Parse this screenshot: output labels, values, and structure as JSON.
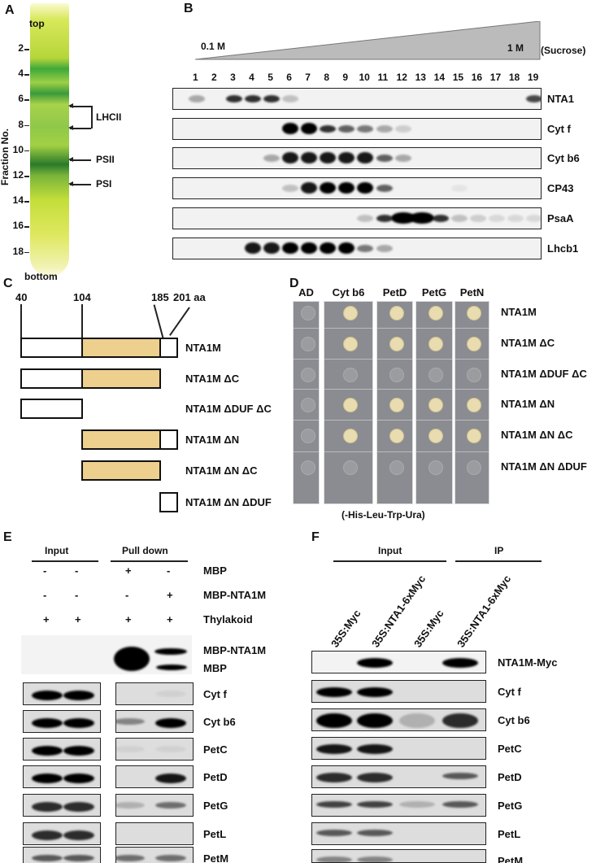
{
  "panels": {
    "a": "A",
    "b": "B",
    "c": "C",
    "d": "D",
    "e": "E",
    "f": "F"
  },
  "panel_a": {
    "top": "top",
    "bottom": "bottom",
    "ylabel": "Fraction No.",
    "ticks": [
      "2",
      "4",
      "6",
      "8",
      "10",
      "12",
      "14",
      "16",
      "18"
    ],
    "bands": [
      "LHCII",
      "PSII",
      "PSI"
    ]
  },
  "panel_b": {
    "low": "0.1 M",
    "high": "1 M",
    "unit": "(Sucrose)",
    "fractions": [
      "1",
      "2",
      "3",
      "4",
      "5",
      "6",
      "7",
      "8",
      "9",
      "10",
      "11",
      "12",
      "13",
      "14",
      "15",
      "16",
      "17",
      "18",
      "19"
    ],
    "blots": [
      {
        "label": "NTA1",
        "levels": [
          0.3,
          0,
          0.8,
          0.8,
          0.8,
          0.2,
          0,
          0,
          0,
          0,
          0,
          0,
          0,
          0,
          0,
          0,
          0,
          0,
          0.7
        ]
      },
      {
        "label": "Cyt f",
        "levels": [
          0,
          0,
          0,
          0,
          0,
          1,
          1,
          0.8,
          0.6,
          0.5,
          0.3,
          0.15,
          0,
          0,
          0,
          0,
          0,
          0,
          0
        ]
      },
      {
        "label": "Cyt b6",
        "levels": [
          0,
          0,
          0,
          0,
          0.3,
          0.9,
          0.9,
          0.9,
          0.9,
          0.9,
          0.6,
          0.3,
          0,
          0,
          0,
          0,
          0,
          0,
          0
        ]
      },
      {
        "label": "CP43",
        "levels": [
          0,
          0,
          0,
          0,
          0,
          0.2,
          0.9,
          1,
          1,
          1,
          0.6,
          0,
          0,
          0,
          0.05,
          0,
          0,
          0,
          0
        ]
      },
      {
        "label": "PsaA",
        "levels": [
          0,
          0,
          0,
          0,
          0,
          0,
          0,
          0,
          0,
          0.2,
          0.8,
          1,
          1,
          0.8,
          0.2,
          0.15,
          0.1,
          0.1,
          0.1
        ]
      },
      {
        "label": "Lhcb1",
        "levels": [
          0,
          0,
          0,
          0.9,
          0.9,
          1,
          1,
          1,
          1,
          0.5,
          0.3,
          0,
          0,
          0,
          0,
          0,
          0,
          0,
          0
        ]
      }
    ]
  },
  "panel_c": {
    "positions": [
      "40",
      "104",
      "185",
      "201 aa"
    ],
    "constructs": [
      {
        "label": "NTA1M",
        "segments": [
          "n",
          "duf",
          "c"
        ]
      },
      {
        "label": "NTA1M ΔC",
        "segments": [
          "n",
          "duf"
        ]
      },
      {
        "label": "NTA1M ΔDUF ΔC",
        "segments": [
          "n"
        ]
      },
      {
        "label": "NTA1M ΔN",
        "segments": [
          "duf",
          "c"
        ]
      },
      {
        "label": "NTA1M ΔN ΔC",
        "segments": [
          "duf"
        ]
      },
      {
        "label": "NTA1M ΔN ΔDUF",
        "segments": [
          "c"
        ]
      }
    ],
    "duf_color": "#edd08d"
  },
  "panel_d": {
    "columns": [
      "AD",
      "Cyt b6",
      "PetD",
      "PetG",
      "PetN"
    ],
    "rows": [
      "NTA1M",
      "NTA1M ΔC",
      "NTA1M ΔDUF ΔC",
      "NTA1M ΔN",
      "NTA1M ΔN ΔC",
      "NTA1M ΔN ΔDUF"
    ],
    "growth": [
      [
        0,
        1,
        1,
        1,
        1
      ],
      [
        0,
        1,
        1,
        1,
        1
      ],
      [
        0,
        0,
        0,
        0,
        0
      ],
      [
        0,
        1,
        1,
        1,
        1
      ],
      [
        0,
        1,
        1,
        1,
        1
      ],
      [
        0,
        0,
        0,
        0,
        0
      ]
    ],
    "medium": "(-His-Leu-Trp-Ura)"
  },
  "panel_e": {
    "input": "Input",
    "pulldown": "Pull down",
    "conditions": [
      {
        "label": "MBP",
        "signs": [
          "-",
          "-",
          "+",
          "-"
        ]
      },
      {
        "label": "MBP-NTA1M",
        "signs": [
          "-",
          "-",
          "-",
          "+"
        ]
      },
      {
        "label": "Thylakoid",
        "signs": [
          "+",
          "+",
          "+",
          "+"
        ]
      }
    ],
    "mbp_labels": [
      "MBP-NTA1M",
      "MBP"
    ],
    "blots": [
      {
        "label": "Cyt f",
        "levels": [
          1,
          1,
          0,
          0.05
        ]
      },
      {
        "label": "Cyt b6",
        "levels": [
          1,
          1,
          0.4,
          1
        ]
      },
      {
        "label": "PetC",
        "levels": [
          1,
          1,
          0.05,
          0.05
        ]
      },
      {
        "label": "PetD",
        "levels": [
          1,
          1,
          0,
          0.9
        ]
      },
      {
        "label": "PetG",
        "levels": [
          0.8,
          0.8,
          0.2,
          0.5
        ]
      },
      {
        "label": "PetL",
        "levels": [
          0.8,
          0.8,
          0,
          0
        ]
      },
      {
        "label": "PetM",
        "levels": [
          0.6,
          0.6,
          0.5,
          0.5
        ]
      }
    ]
  },
  "panel_f": {
    "input": "Input",
    "ip": "IP",
    "lanes": [
      "35S:Myc",
      "35S:NTA1-6xMyc",
      "35S:Myc",
      "35S:NTA1-6xMyc"
    ],
    "blots": [
      {
        "label": "NTA1M-Myc",
        "levels": [
          0,
          1,
          0,
          1
        ]
      },
      {
        "label": "Cyt f",
        "levels": [
          1,
          1,
          0,
          0
        ]
      },
      {
        "label": "Cyt b6",
        "levels": [
          1,
          1,
          0.2,
          0.8
        ]
      },
      {
        "label": "PetC",
        "levels": [
          0.9,
          0.9,
          0,
          0
        ]
      },
      {
        "label": "PetD",
        "levels": [
          0.8,
          0.8,
          0,
          0.6
        ]
      },
      {
        "label": "PetG",
        "levels": [
          0.7,
          0.7,
          0.2,
          0.6
        ]
      },
      {
        "label": "PetL",
        "levels": [
          0.6,
          0.6,
          0,
          0
        ]
      },
      {
        "label": "PetM",
        "levels": [
          0.4,
          0.4,
          0,
          0
        ]
      }
    ]
  }
}
